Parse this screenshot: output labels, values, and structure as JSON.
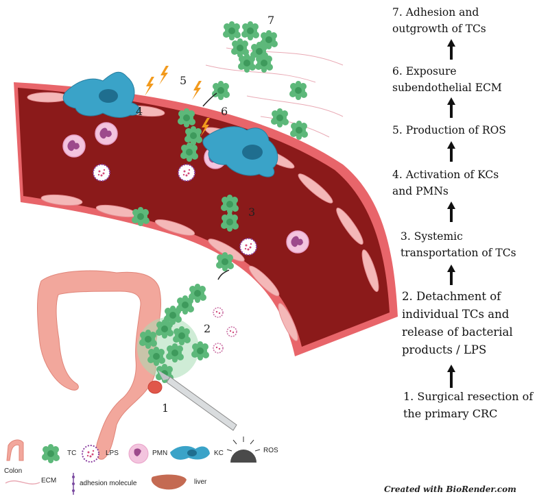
{
  "steps": [
    "7. Adhesion and outgrowth of TCs",
    "6. Exposure subendothelial ECM",
    "5. Production of ROS",
    "4. Activation of KCs and PMNs",
    "3. Systemic transportation of TCs",
    "2. Detachment of individual TCs and release of bacterial products / LPS",
    "1. Surgical resection of the primary CRC"
  ],
  "step_lines": {
    "s7": [
      "7. Adhesion and",
      "outgrowth of TCs"
    ],
    "s6": [
      "6. Exposure",
      "subendothelial ECM"
    ],
    "s5": [
      "5. Production of ROS"
    ],
    "s4": [
      "4. Activation of KCs",
      "and PMNs"
    ],
    "s3": [
      "3. Systemic",
      "transportation of TCs"
    ],
    "s2": [
      "2. Detachment of",
      "individual TCs and",
      "release of bacterial",
      "products / LPS"
    ],
    "s1": [
      "1. Surgical resection of",
      "the primary CRC"
    ]
  },
  "diagram_numbers": {
    "n1": "1",
    "n2": "2",
    "n3": "3",
    "n4": "4",
    "n5": "5",
    "n6": "6",
    "n7": "7"
  },
  "legend": {
    "colon": "Colon",
    "tc": "TC",
    "lps": "LPS",
    "pmn": "PMN",
    "kc": "KC",
    "ros": "ROS",
    "ecm": "ECM",
    "adhesion": "adhesion molecule",
    "liver": "liver"
  },
  "credit": "Created with BioRender.com",
  "colors": {
    "vessel_lumen": "#8b1a1a",
    "vessel_wall": "#e8656a",
    "endothelial": "#f4b8b8",
    "tumor_cell": "#5db87a",
    "tumor_cell_nucleus": "#3e9a5c",
    "kupffer_cell": "#3aa3c8",
    "pmn": "#f3b7d9",
    "ros_bolt": "#f29a1d",
    "colon": "#f2a79c"
  }
}
